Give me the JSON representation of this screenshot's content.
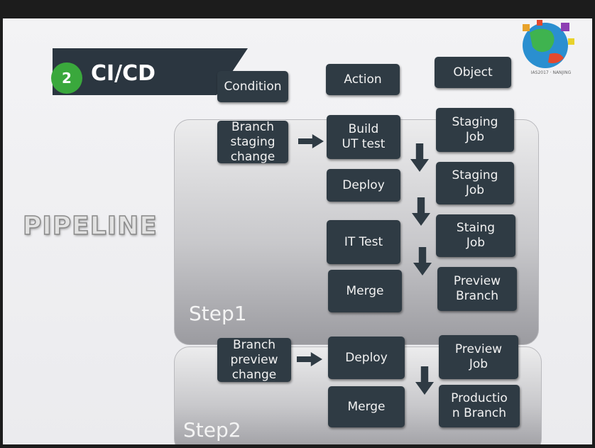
{
  "section": {
    "number": "2",
    "title": "CI/CD"
  },
  "logo": {
    "text": "IAS2017 · NANJING"
  },
  "pipeline_label": "PIPELINE",
  "columns": {
    "condition": "Condition",
    "action": "Action",
    "object": "Object"
  },
  "step1": {
    "label": "Step1",
    "condition": "Branch\nstaging\nchange",
    "actions": [
      "Build\nUT test",
      "Deploy",
      "IT Test",
      "Merge"
    ],
    "objects": [
      "Staging\nJob",
      "Staging\nJob",
      "Staing\nJob",
      "Preview\nBranch"
    ]
  },
  "step2": {
    "label": "Step2",
    "condition": "Branch\npreview\nchange",
    "actions": [
      "Deploy",
      "Merge"
    ],
    "objects": [
      "Preview\nJob",
      "Productio\nn Branch"
    ]
  }
}
